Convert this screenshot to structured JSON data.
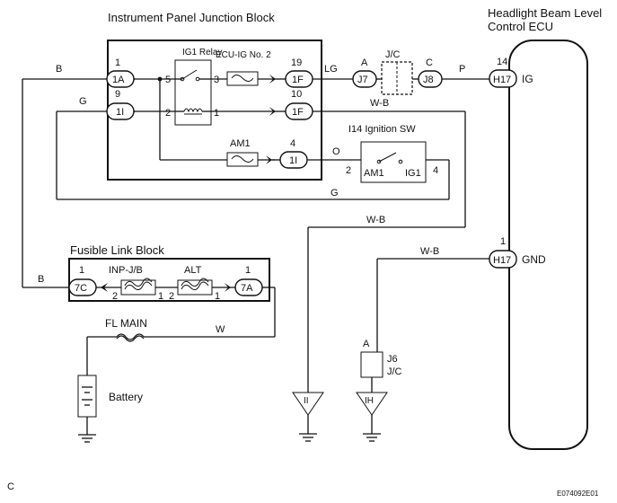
{
  "blocks": {
    "junction_block": "Instrument Panel Junction Block",
    "ecu": [
      "Headlight Beam Level",
      "Control ECU"
    ],
    "fusible_link_block": "Fusible Link Block",
    "ignition_sw": "I14 Ignition SW",
    "ig1_relay": "IG1 Relay",
    "battery": "Battery",
    "jc_top": "J/C",
    "jc_j6": "J/C"
  },
  "fuses": {
    "ecu_ig2": "ECU-IG No. 2",
    "am1": "AM1",
    "inp_jb": "INP-J/B",
    "alt": "ALT",
    "fl_main": "FL MAIN"
  },
  "connectors": {
    "c_1a": "1A",
    "c_1i_left": "1I",
    "c_1f_top": "1F",
    "c_1f_mid": "1F",
    "c_1i_am1": "1I",
    "c_j7": "J7",
    "c_j8": "J8",
    "c_h17_ig": "H17",
    "c_h17_gnd": "H17",
    "c_7c": "7C",
    "c_7a": "7A",
    "c_j6": "J6"
  },
  "pins": {
    "p_1a": "1",
    "p_1i": "9",
    "p_1f_top": "19",
    "p_1f_mid": "10",
    "p_1i_am1": "4",
    "relay_5": "5",
    "relay_3": "3",
    "relay_2": "2",
    "relay_1": "1",
    "sw_2": "2",
    "sw_4": "4",
    "sw_am1": "AM1",
    "sw_ig1": "IG1",
    "j7_a": "A",
    "j8_c": "C",
    "h17_ig_14": "14",
    "h17_gnd_1": "1",
    "fl_7c": "1",
    "fl_7a": "1",
    "inp_2": "2",
    "inp_1": "1",
    "alt_2": "2",
    "alt_1": "1",
    "j6_a": "A",
    "ecu_ig": "IG",
    "ecu_gnd": "GND"
  },
  "wires": {
    "b_top": "B",
    "g_top": "G",
    "lg": "LG",
    "p": "P",
    "wb_top": "W-B",
    "o": "O",
    "g_bottom": "G",
    "wb_mid": "W-B",
    "wb_gnd": "W-B",
    "b_bottom": "B",
    "w": "W"
  },
  "grounds": {
    "ii": "II",
    "ih": "IH"
  },
  "corner_left": "C",
  "corner_right": "E074092E01"
}
